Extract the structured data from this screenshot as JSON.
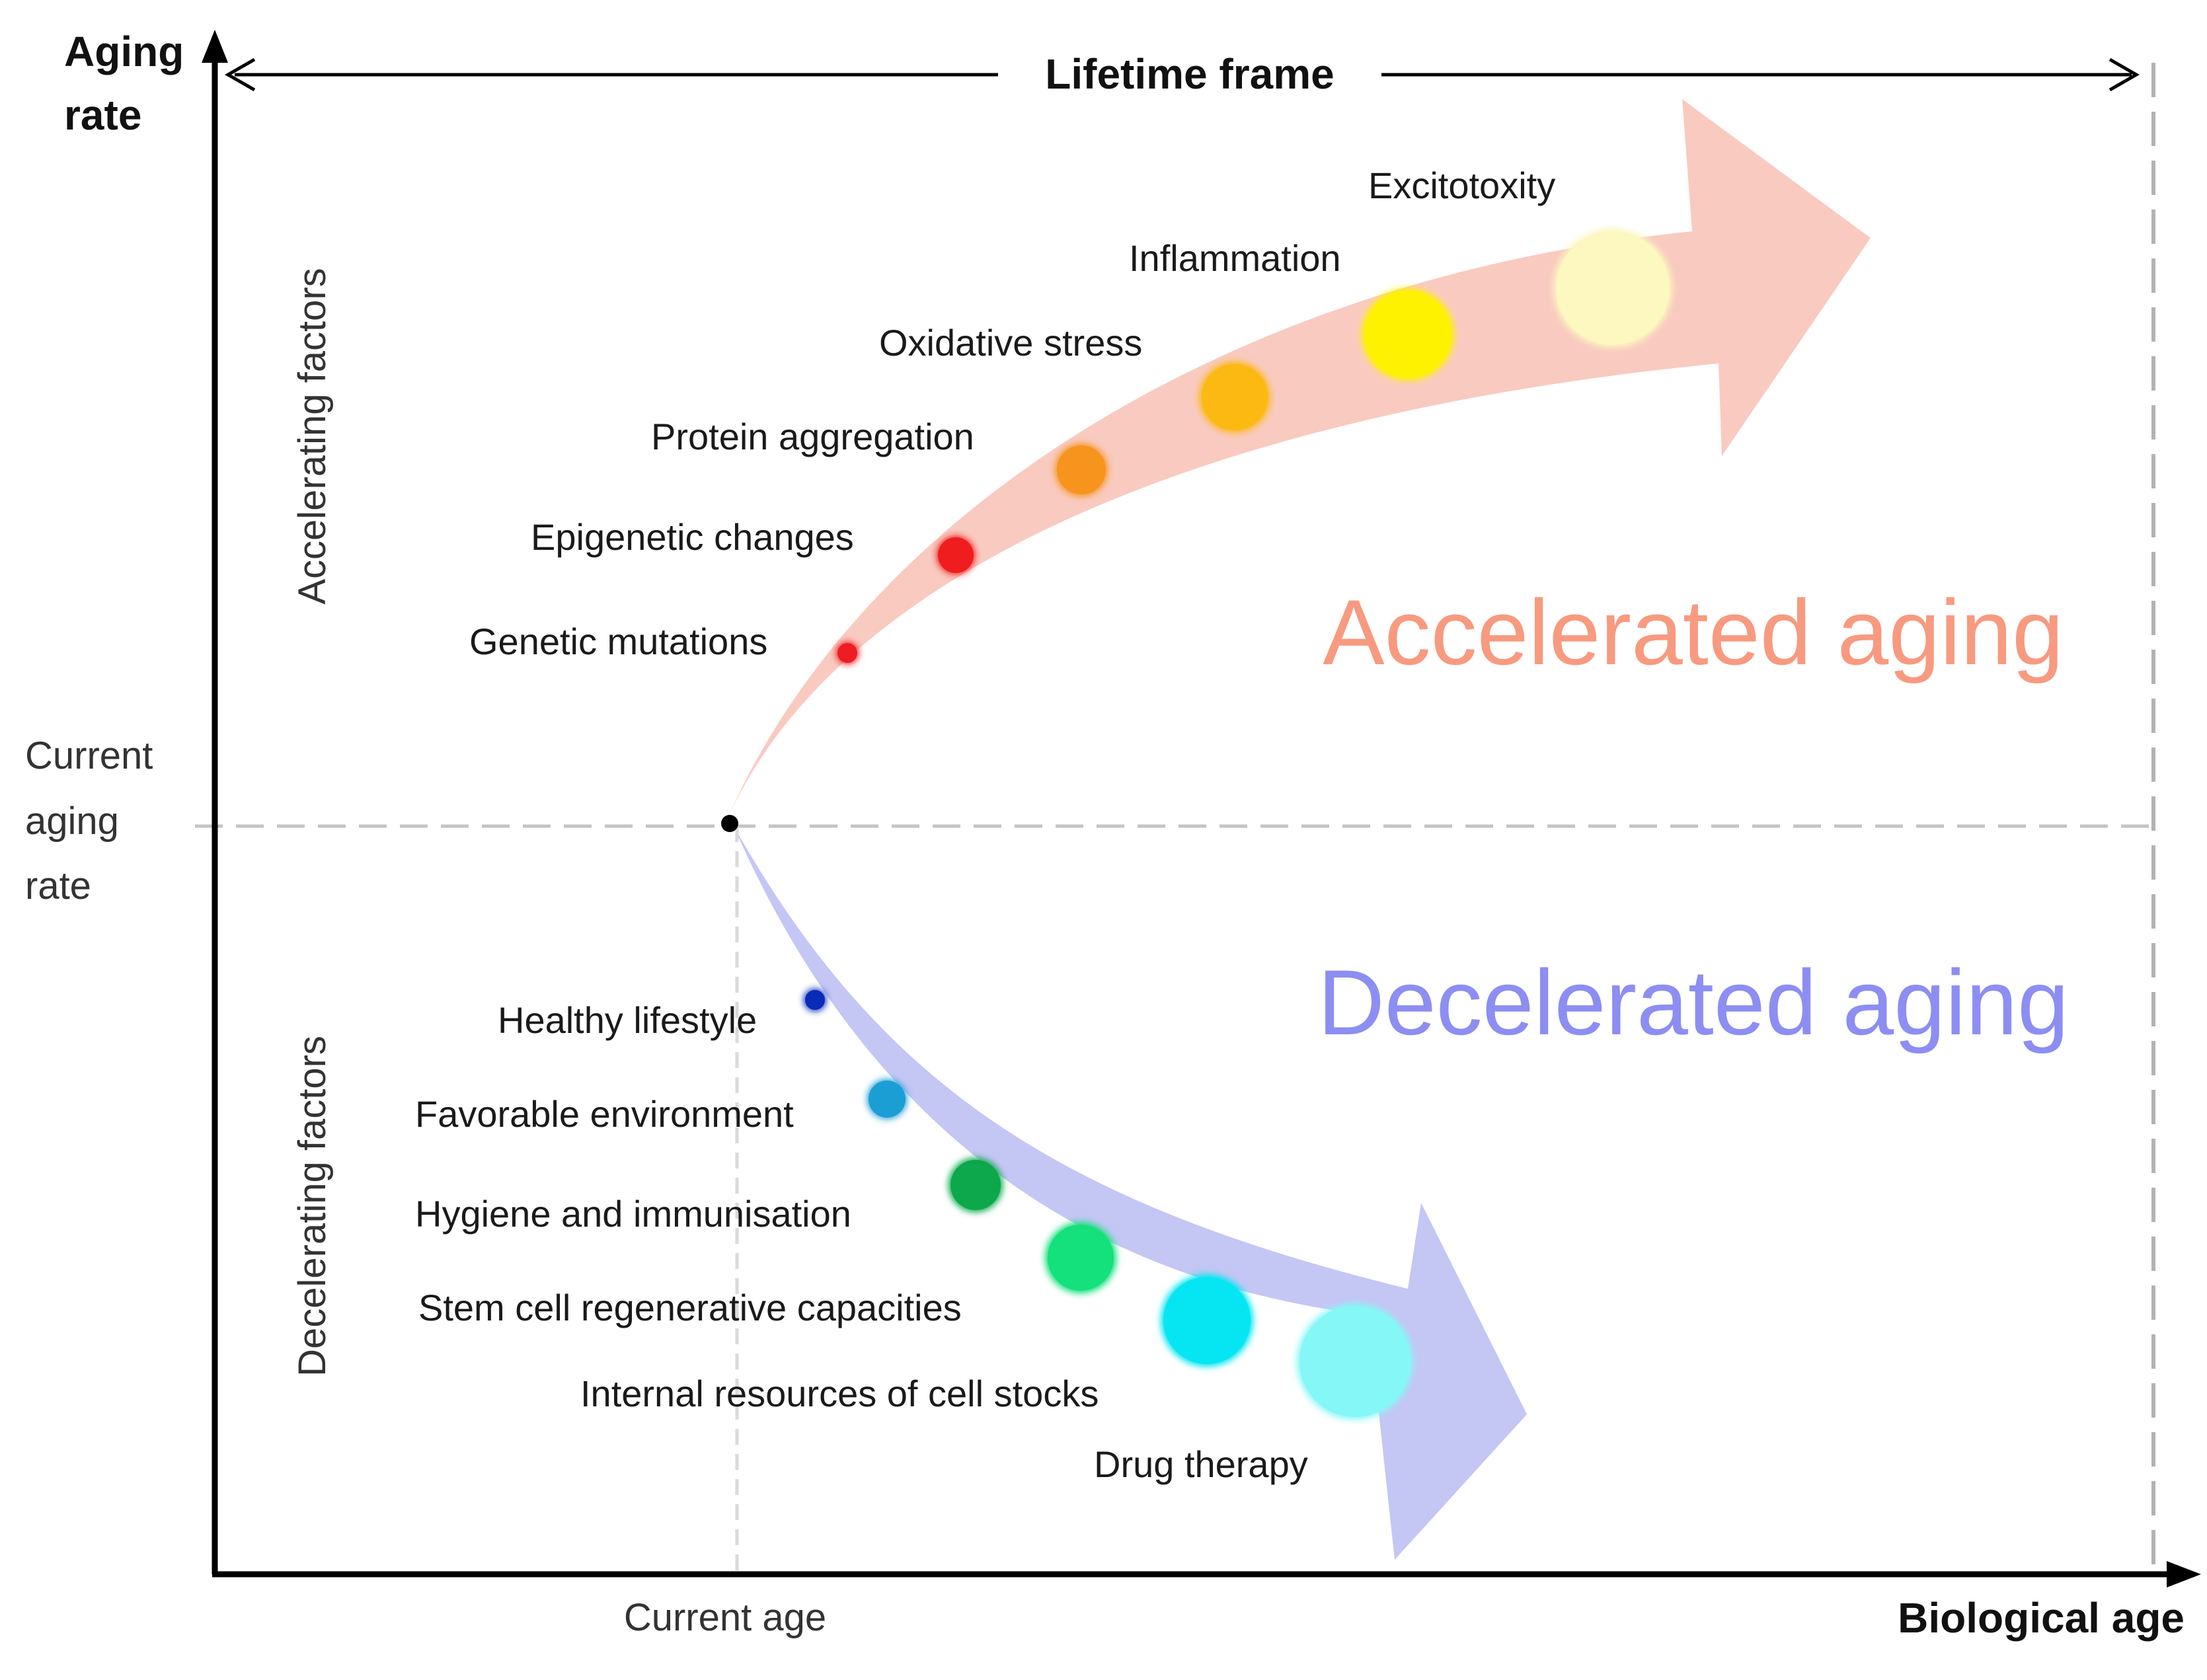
{
  "axes": {
    "y_title_line1": "Aging",
    "y_title_line2": "rate",
    "x_title": "Biological age",
    "frame_label": "Lifetime frame",
    "current_rate_line1": "Current",
    "current_rate_line2": "aging",
    "current_rate_line3": "rate",
    "current_age": "Current age"
  },
  "groups": {
    "accelerating": {
      "label": "Accelerating factors",
      "color": "#e8383a"
    },
    "decelerating": {
      "label": "Decelerating factors",
      "color": "#16c8dc"
    }
  },
  "outcomes": {
    "accelerated": {
      "label": "Accelerated aging",
      "color": "#f79a80"
    },
    "decelerated": {
      "label": "Decelerated aging",
      "color": "#8c8ef2"
    }
  },
  "arrow_colors": {
    "upper": "#f8c1b5",
    "lower": "#babcf2"
  },
  "accelerating_factors": [
    {
      "label": "Genetic mutations",
      "color": "#ee1c24"
    },
    {
      "label": "Epigenetic changes",
      "color": "#ef1d1d"
    },
    {
      "label": "Protein aggregation",
      "color": "#f7941d"
    },
    {
      "label": "Oxidative stress",
      "color": "#fcb912"
    },
    {
      "label": "Inflammation",
      "color": "#fff200"
    },
    {
      "label": "Excitotoxity",
      "color": "#fdf7c0"
    }
  ],
  "decelerating_factors": [
    {
      "label": "Healthy lifestyle",
      "color": "#0a2ab8"
    },
    {
      "label": "Favorable environment",
      "color": "#1b9ed3"
    },
    {
      "label": "Hygiene and immunisation",
      "color": "#0ca84b"
    },
    {
      "label": "Stem cell regenerative capacities",
      "color": "#14e07c"
    },
    {
      "label": "Internal resources of cell stocks",
      "color": "#06e6f2"
    },
    {
      "label": "Drug therapy",
      "color": "#86f7f7"
    }
  ]
}
